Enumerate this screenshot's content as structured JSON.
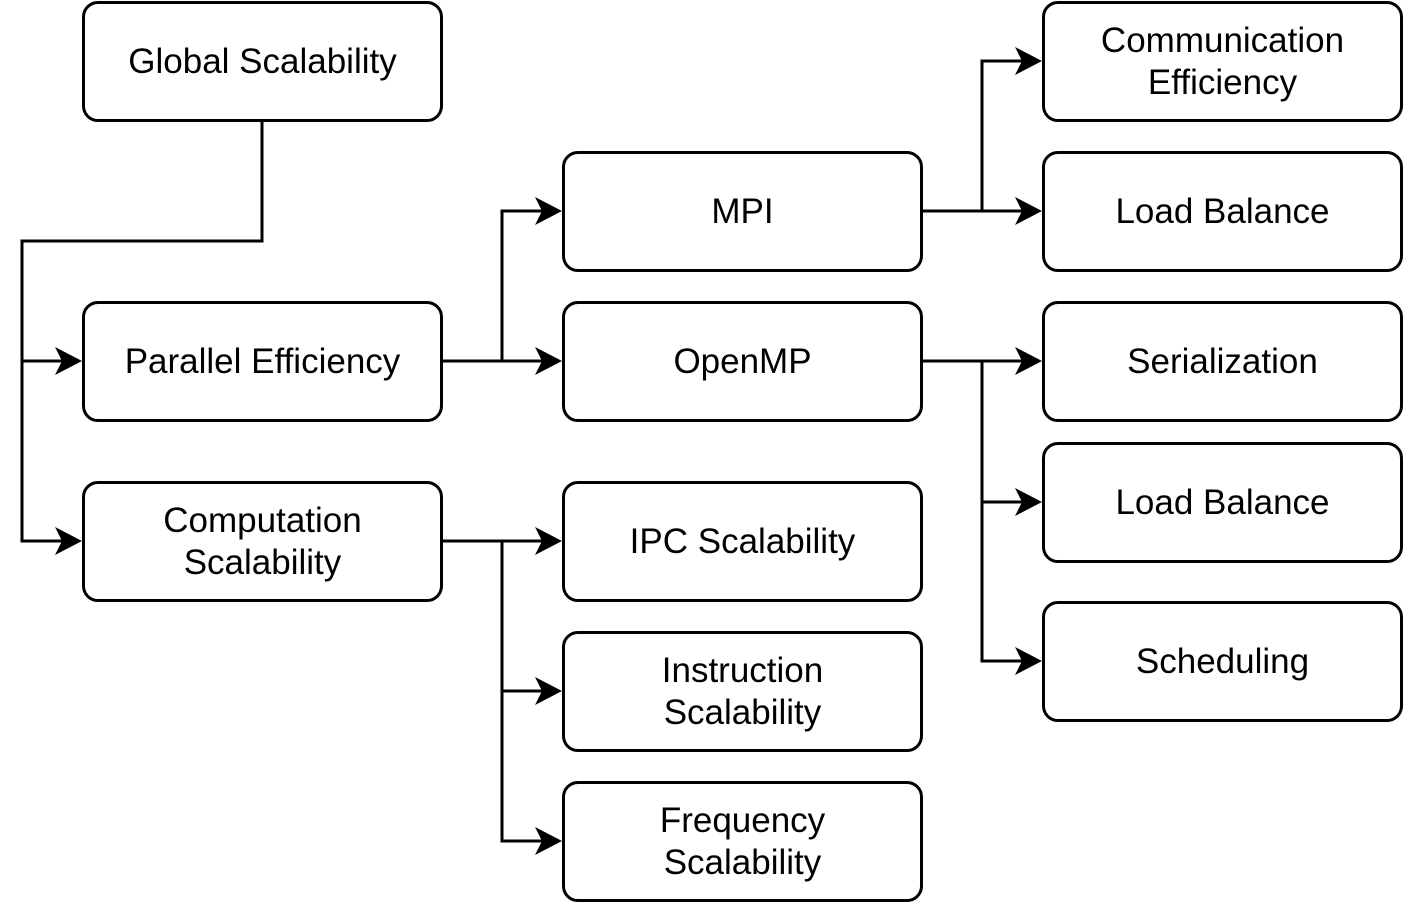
{
  "diagram": {
    "nodes": {
      "global_scalability": "Global Scalability",
      "parallel_efficiency": "Parallel Efficiency",
      "computation_scalability": "Computation\nScalability",
      "mpi": "MPI",
      "openmp": "OpenMP",
      "ipc_scalability": "IPC Scalability",
      "instruction_scalability": "Instruction\nScalability",
      "frequency_scalability": "Frequency\nScalability",
      "communication_efficiency": "Communication\nEfficiency",
      "mpi_load_balance": "Load Balance",
      "serialization": "Serialization",
      "openmp_load_balance": "Load Balance",
      "scheduling": "Scheduling"
    },
    "edges": [
      {
        "from": "global_scalability",
        "to": "parallel_efficiency"
      },
      {
        "from": "global_scalability",
        "to": "computation_scalability"
      },
      {
        "from": "parallel_efficiency",
        "to": "mpi"
      },
      {
        "from": "parallel_efficiency",
        "to": "openmp"
      },
      {
        "from": "computation_scalability",
        "to": "ipc_scalability"
      },
      {
        "from": "computation_scalability",
        "to": "instruction_scalability"
      },
      {
        "from": "computation_scalability",
        "to": "frequency_scalability"
      },
      {
        "from": "mpi",
        "to": "communication_efficiency"
      },
      {
        "from": "mpi",
        "to": "mpi_load_balance"
      },
      {
        "from": "openmp",
        "to": "serialization"
      },
      {
        "from": "openmp",
        "to": "openmp_load_balance"
      },
      {
        "from": "openmp",
        "to": "scheduling"
      }
    ],
    "colors": {
      "stroke": "#000000",
      "fill": "#ffffff",
      "text": "#000000"
    }
  }
}
